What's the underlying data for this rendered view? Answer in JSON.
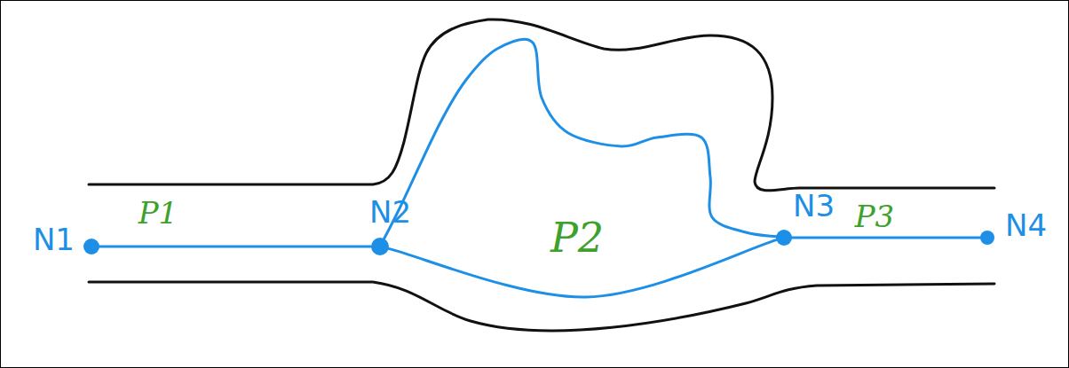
{
  "diagram": {
    "nodes": [
      {
        "text": [
          "N1"
        ]
      },
      {
        "text": [
          "N2"
        ]
      },
      {
        "text": [
          "N3"
        ]
      },
      {
        "text": [
          "N4"
        ]
      }
    ],
    "edges": [
      {
        "from": 0,
        "to": 1,
        "label": "P1",
        "arrow": "none"
      },
      {
        "from": 1,
        "to": 2,
        "arrow": "none"
      },
      {
        "from": 1,
        "to": 2,
        "arrow": "none"
      },
      {
        "from": 2,
        "to": 3,
        "label": "P3",
        "arrow": "none"
      }
    ],
    "labels": [
      "P2"
    ]
  }
}
